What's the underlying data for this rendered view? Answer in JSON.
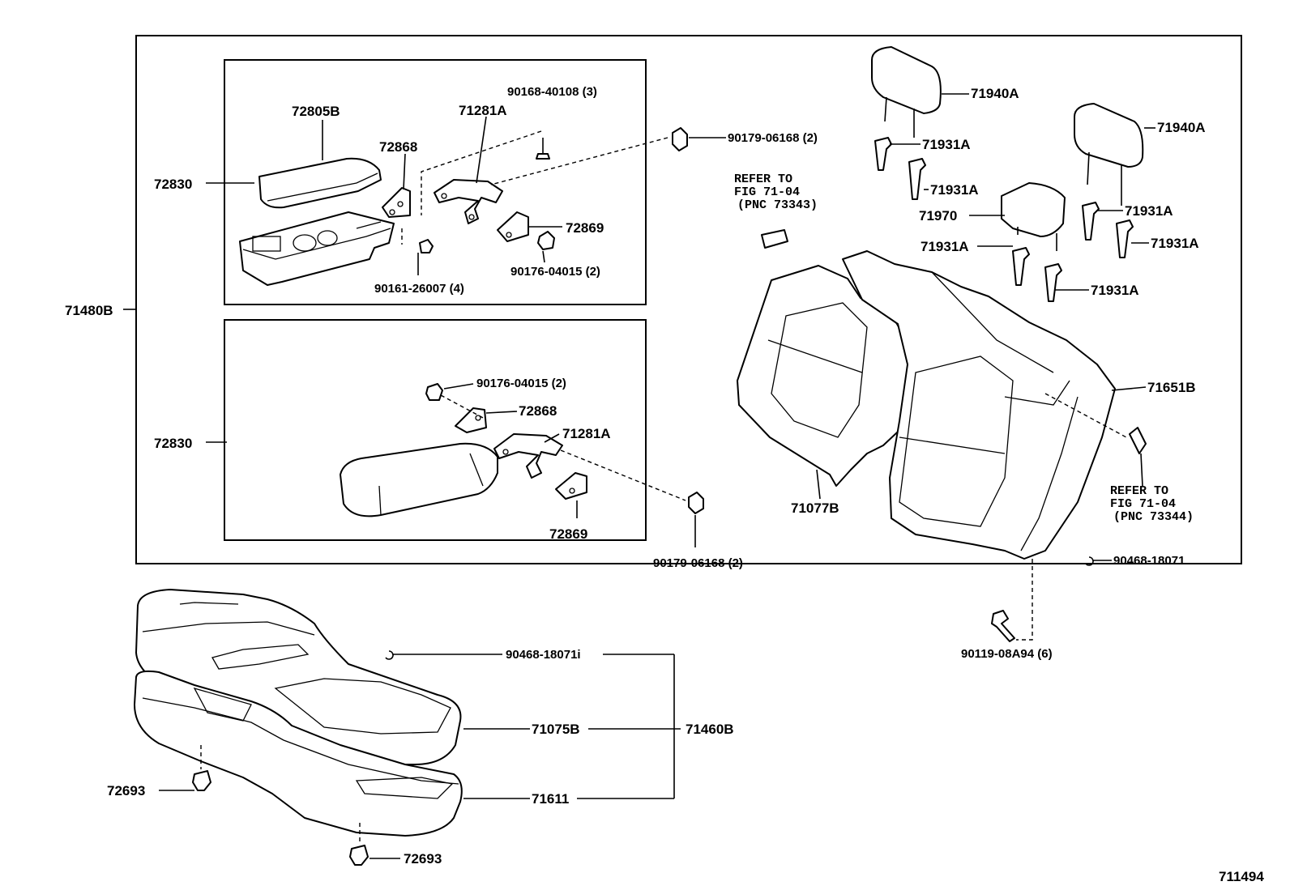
{
  "figure_number": "711494",
  "labels": {
    "p71480B": "71480B",
    "p72830_top": "72830",
    "p72830_bottom": "72830",
    "p72805B": "72805B",
    "p72868_top": "72868",
    "p72868_bottom": "72868",
    "p71281A_top": "71281A",
    "p71281A_bottom": "71281A",
    "p72869_top": "72869",
    "p72869_bottom": "72869",
    "p90168_40108": "90168-40108 (3)",
    "p90179_06168_top": "90179-06168 (2)",
    "p90179_06168_bottom": "90179-06168 (2)",
    "p90176_04015_top": "90176-04015 (2)",
    "p90176_04015_bottom": "90176-04015 (2)",
    "p90161_26007": "90161-26007 (4)",
    "p71940A_1": "71940A",
    "p71940A_2": "71940A",
    "p71931A_1": "71931A",
    "p71931A_2": "71931A",
    "p71931A_3": "71931A",
    "p71931A_4": "71931A",
    "p71931A_5": "71931A",
    "p71931A_6": "71931A",
    "p71970": "71970",
    "p71651B": "71651B",
    "p71077B": "71077B",
    "p90468_18071_a": "90468-18071",
    "p90468_18071_b": "90468-18071i",
    "p90119_08A94": "90119-08A94 (6)",
    "p71075B": "71075B",
    "p71460B": "71460B",
    "p71611": "71611",
    "p72693_1": "72693",
    "p72693_2": "72693"
  },
  "refer_notes": {
    "note1": {
      "line1": "REFER TO",
      "line2": "FIG 71-04",
      "line3": "(PNC 73343)"
    },
    "note2": {
      "line1": "REFER TO",
      "line2": "FIG 71-04",
      "line3": "(PNC 73344)"
    }
  }
}
